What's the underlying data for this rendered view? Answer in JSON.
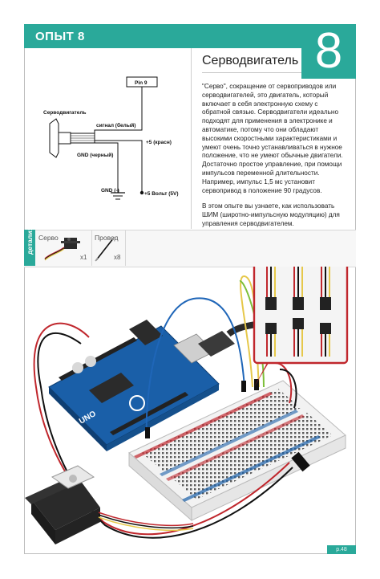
{
  "header": {
    "title": "ОПЫТ 8",
    "number": "8"
  },
  "schematic": {
    "pin_label": "Pin 9",
    "servo_label": "Серводвигатель",
    "signal_label": "сигнал (белый)",
    "plus5_label": "+5 (красн)",
    "gnd_wire_label": "GND (черный)",
    "gnd_label": "GND (-)",
    "vcc_label": "+5 Вольт (5V)"
  },
  "article": {
    "title": "Серводвигатель",
    "paragraphs": [
      "\"Серво\", сокращение от сервоприводов или серводвигателей, это двигатель, который включает в себя электронную схему с обратной связью. Серводвигатели идеально подходят для применения в электронике и автоматике, потому что они обладают высокими скоростными характеристиками и умеют очень точно устанавливаться в нужное положение, что не умеют обычные двигатели. Достаточно простое управление, при помощи импульсов переменной длительности. Например, импульс 1,5 мс установит сервопривод в положение 90 градусов.",
      "В этом опыте вы узнаете, как использовать ШИМ (широтно-импульсную модуляцию) для управления серводвигателем."
    ]
  },
  "parts": {
    "label": "детали:",
    "items": [
      {
        "name": "Серво",
        "qty": "x1"
      },
      {
        "name": "Провод",
        "qty": "x8"
      }
    ]
  },
  "footer": {
    "page": "p.48"
  },
  "colors": {
    "accent": "#2aa99a",
    "board": "#1a5fa8",
    "zoom_frame": "#c0272d"
  }
}
